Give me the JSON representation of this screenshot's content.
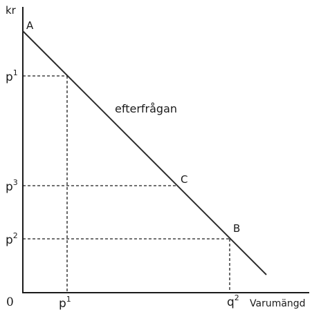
{
  "axes": {
    "y_label": "kr",
    "x_label": "Varumängd",
    "origin_label": "0"
  },
  "curve": {
    "label": "efterfrågan"
  },
  "points": {
    "a": "A",
    "b": "B",
    "c": "C"
  },
  "y_ticks": [
    {
      "base": "p",
      "sup": "1"
    },
    {
      "base": "p",
      "sup": "3"
    },
    {
      "base": "p",
      "sup": "2"
    }
  ],
  "x_ticks": [
    {
      "base": "p",
      "sup": "1"
    },
    {
      "base": "q",
      "sup": "2"
    }
  ]
}
